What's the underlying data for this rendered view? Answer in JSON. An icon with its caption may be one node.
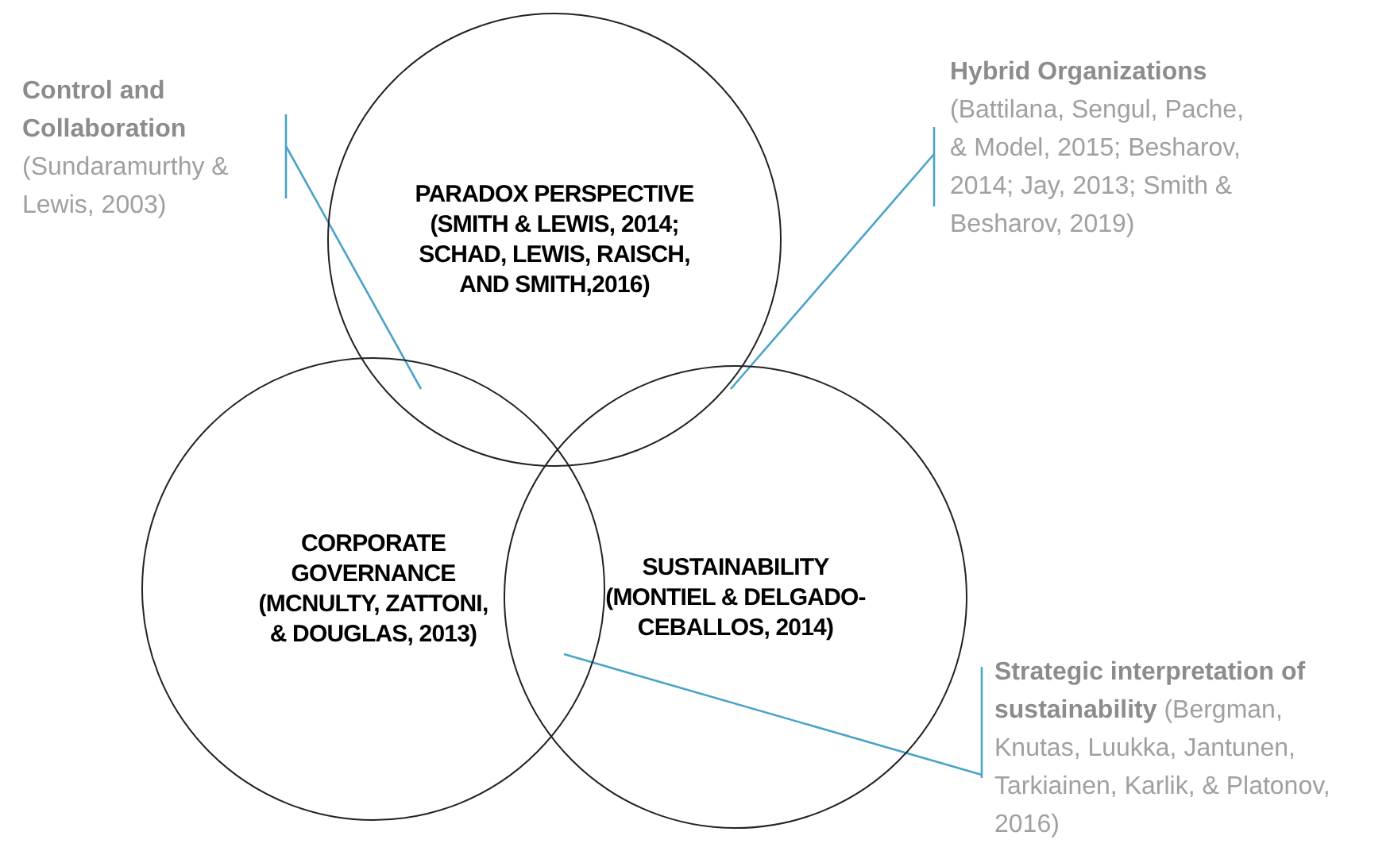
{
  "diagram": {
    "nodes": [
      {
        "text": [
          "PARADOX PERSPECTIVE (SMITH & LEWIS, 2014; SCHAD, LEWIS, RAISCH, AND SMITH,2016)"
        ]
      },
      {
        "text": [
          "CORPORATE GOVERNANCE (MCNULTY, ZATTONI, & DOUGLAS, 2013)"
        ]
      },
      {
        "text": [
          "SUSTAINABILITY (MONTIEL & DELGADO-CEBALLOS, 2014)"
        ]
      },
      {
        "text": [
          "**Control and Collaboration** (Sundaramurthy & Lewis, 2003)"
        ]
      },
      {
        "text": [
          "**Hybrid Organizations** (Battilana, Sengul, Pache, & Model, 2015; Besharov, 2014; Jay, 2013; Smith & Besharov, 2019)"
        ]
      },
      {
        "text": [
          "**Strategic interpretation of sustainability** (Bergman, Knutas, Luukka, Jantunen, Tarkiainen, Karlik, & Platonov, 2016)"
        ]
      }
    ],
    "edges": [
      {
        "from": 3,
        "to": 0,
        "arrow": "none"
      },
      {
        "from": 4,
        "to": 0,
        "arrow": "none"
      },
      {
        "from": 5,
        "to": 1,
        "arrow": "none"
      }
    ]
  }
}
